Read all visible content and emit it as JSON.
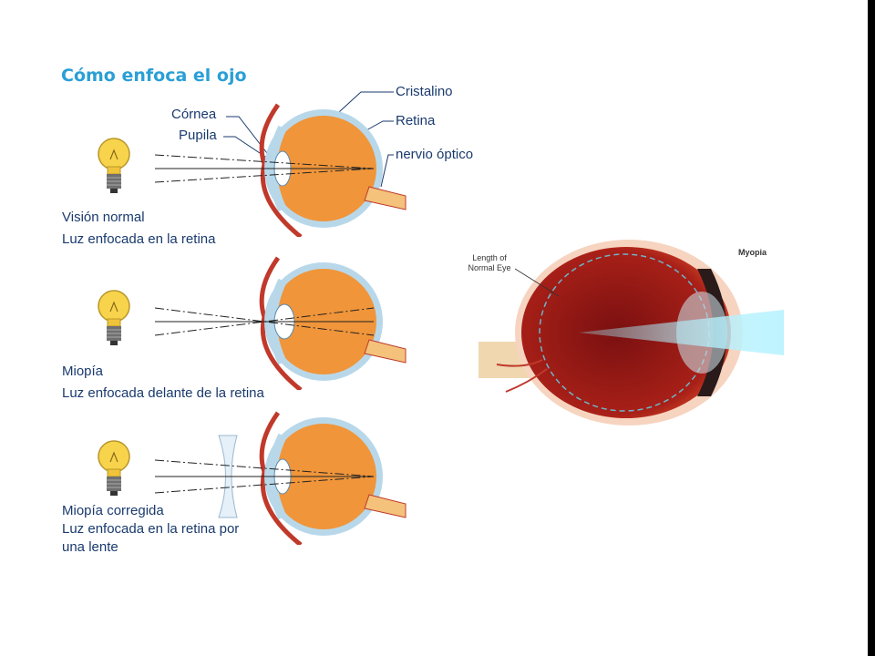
{
  "title": "Cómo enfoca el ojo",
  "labels": {
    "cornea": "Córnea",
    "pupila": "Pupila",
    "cristalino": "Cristalino",
    "retina": "Retina",
    "nervio": "nervio óptico"
  },
  "panels": [
    {
      "line1": "Visión normal",
      "line2": "Luz enfocada en la retina",
      "line3": ""
    },
    {
      "line1": "Miopía",
      "line2": "Luz enfocada delante de la retina",
      "line3": ""
    },
    {
      "line1": "Miopía corregida",
      "line2": "Luz enfocada en la retina por",
      "line3": "una lente"
    }
  ],
  "myopia_figure": {
    "heading": "Myopia",
    "length_label_1": "Length of",
    "length_label_2": "Normal Eye"
  },
  "colors": {
    "title": "#2a9fd6",
    "text": "#1a3a6e",
    "eye_fill": "#f0953a",
    "sclera": "#b8d8ea",
    "muscle": "#c0392b"
  }
}
